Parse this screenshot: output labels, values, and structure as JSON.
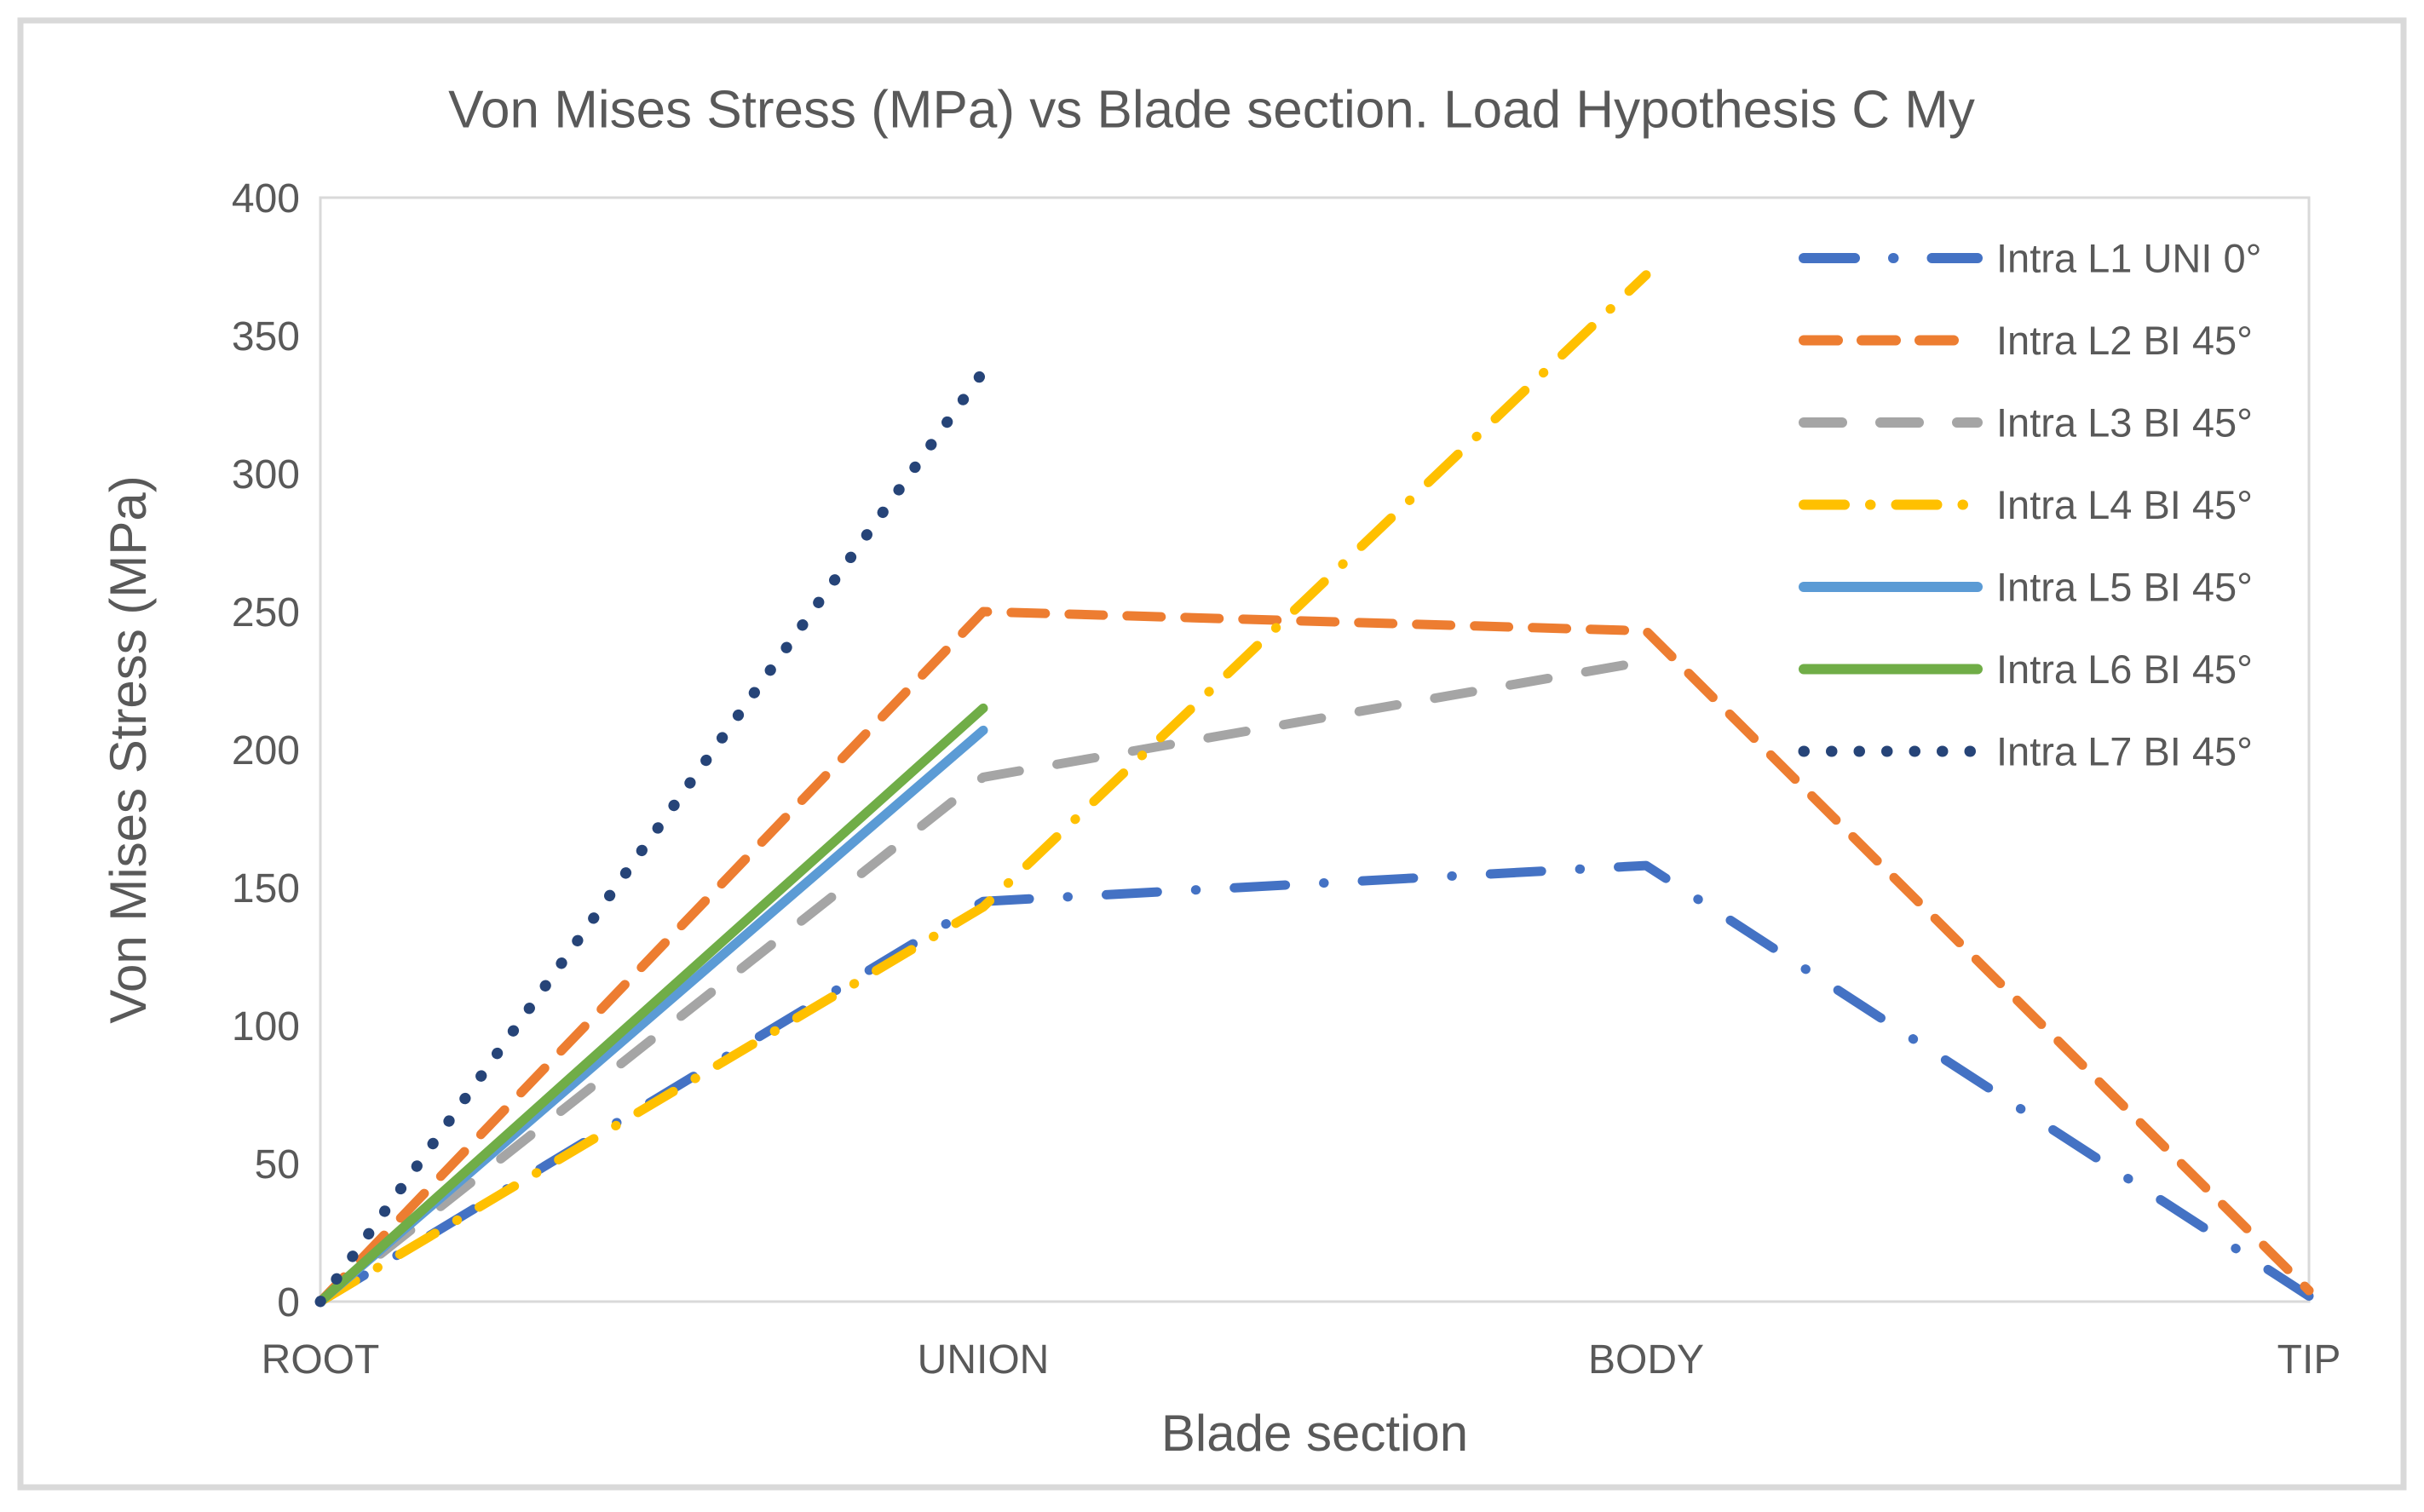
{
  "chart_data": {
    "type": "line",
    "title": "Von Mises Stress (MPa) vs Blade section. Load Hypothesis C My",
    "xlabel": "Blade section",
    "ylabel": "Von Mises Stress (MPa)",
    "categories": [
      "ROOT",
      "UNION",
      "BODY",
      "TIP"
    ],
    "ylim": [
      0,
      400
    ],
    "yticks": [
      0,
      50,
      100,
      150,
      200,
      250,
      300,
      350,
      400
    ],
    "grid": false,
    "legend_position": "right",
    "series": [
      {
        "name": "Intra L1 UNI 0°",
        "color": "#4472C4",
        "style": "dash-dot",
        "dash": "60 45 0.5 45",
        "width": 11,
        "values": [
          0,
          145,
          158,
          2
        ]
      },
      {
        "name": "Intra L2 BI 45°",
        "color": "#ED7D31",
        "style": "dashed",
        "dash": "40 28",
        "width": 11,
        "values": [
          0,
          250,
          243,
          4
        ]
      },
      {
        "name": "Intra L3 BI 45°",
        "color": "#A5A5A5",
        "style": "long-dash",
        "dash": "45 45",
        "width": 11,
        "values": [
          0,
          190,
          232,
          null
        ]
      },
      {
        "name": "Intra L4 BI 45°",
        "color": "#FFC000",
        "style": "dash-dot",
        "dash": "48 30 0.5 30",
        "width": 11,
        "values": [
          0,
          143,
          372,
          null
        ]
      },
      {
        "name": "Intra L5 BI 45°",
        "color": "#5B9BD5",
        "style": "solid",
        "dash": "",
        "width": 11,
        "values": [
          0,
          207,
          null,
          null
        ]
      },
      {
        "name": "Intra L6 BI 45°",
        "color": "#70AD47",
        "style": "solid",
        "dash": "",
        "width": 11,
        "values": [
          0,
          215,
          null,
          null
        ]
      },
      {
        "name": "Intra L7 BI 45°",
        "color": "#264478",
        "style": "dotted",
        "dash": "0.5 32",
        "width": 13,
        "values": [
          0,
          337,
          null,
          null
        ]
      }
    ]
  },
  "colors": {
    "text": "#595959",
    "plot_border": "#D9D9D9",
    "outer_border": "#D9D9D9",
    "background": "#FFFFFF"
  }
}
